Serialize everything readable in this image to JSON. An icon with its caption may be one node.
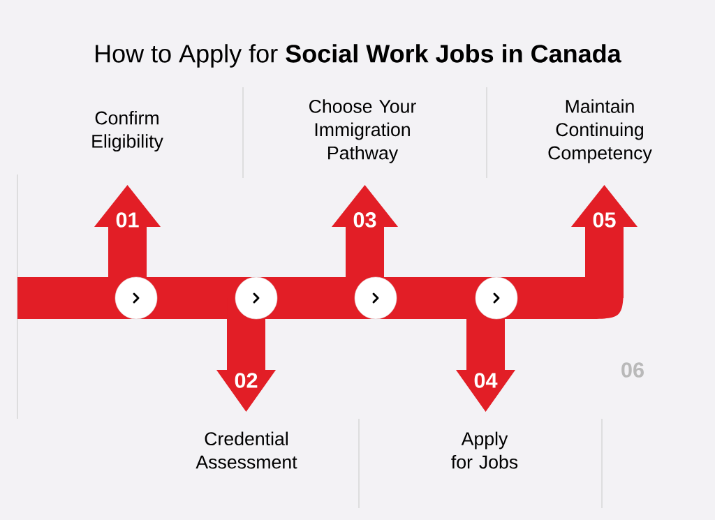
{
  "diagram": {
    "title": "How to Apply for **Social Work Jobs in Canada**",
    "nodes": [
      {
        "text": [
          "01"
        ],
        "beside": [
          "Confirm Eligibility"
        ]
      },
      {
        "text": [
          "02"
        ],
        "beside": [
          "Credential Assessment"
        ]
      },
      {
        "text": [
          "03"
        ],
        "beside": [
          "Choose Your Immigration Pathway"
        ]
      },
      {
        "text": [
          "04"
        ],
        "beside": [
          "Apply for Jobs"
        ]
      },
      {
        "text": [
          "05"
        ],
        "beside": [
          "Maintain Continuing Competency"
        ]
      },
      {
        "text": [],
        "shape": "circle"
      },
      {
        "text": [],
        "shape": "circle"
      },
      {
        "text": [],
        "shape": "circle"
      },
      {
        "text": [],
        "shape": "circle"
      }
    ],
    "labels": [
      "06"
    ]
  }
}
